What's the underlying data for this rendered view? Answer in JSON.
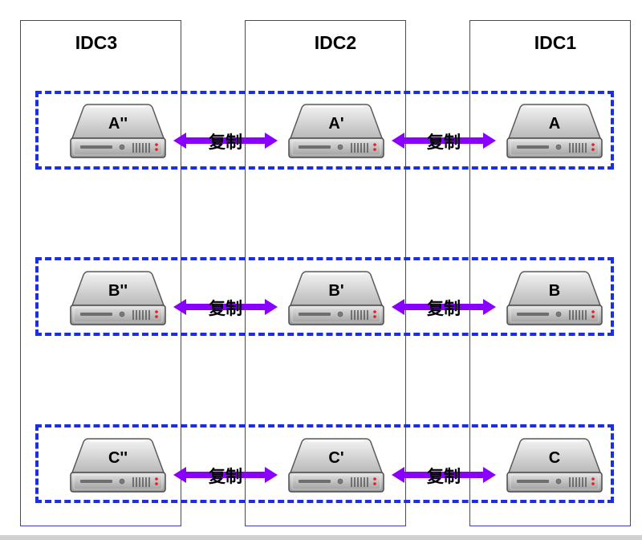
{
  "idcs": [
    {
      "id": "idc3",
      "label": "IDC3"
    },
    {
      "id": "idc2",
      "label": "IDC2"
    },
    {
      "id": "idc1",
      "label": "IDC1"
    }
  ],
  "rows": [
    {
      "servers": [
        "A''",
        "A'",
        "A"
      ]
    },
    {
      "servers": [
        "B''",
        "B'",
        "B"
      ]
    },
    {
      "servers": [
        "C''",
        "C'",
        "C"
      ]
    }
  ],
  "arrow_label": "复制",
  "colors": {
    "idc_border": "#3b3bd6",
    "group_border": "#1a2ee6",
    "arrow": "#8a00ff"
  }
}
